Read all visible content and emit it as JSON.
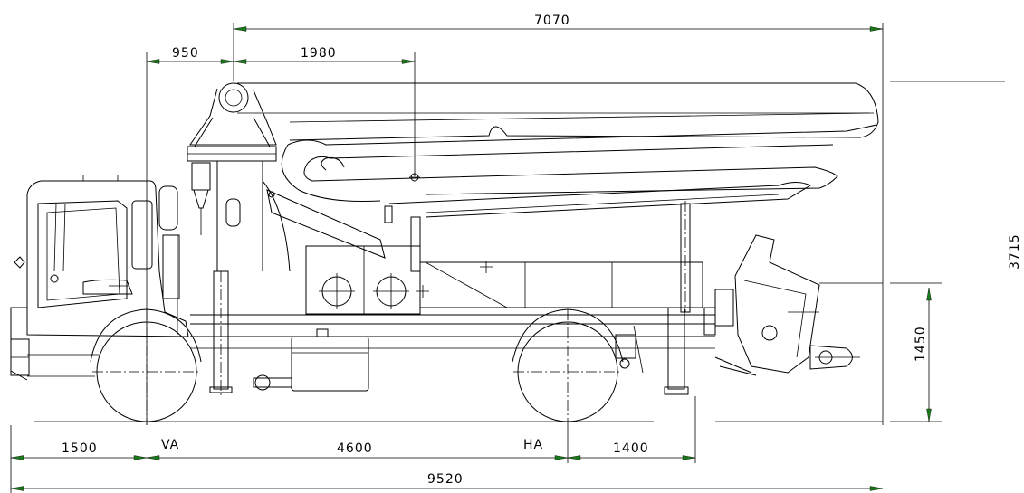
{
  "dimensions": {
    "top_overall": "7070",
    "boom_front": "950",
    "boom_pivot": "1980",
    "front_overhang": "1500",
    "wheelbase": "4600",
    "rear_overhang": "1400",
    "total_length": "9520",
    "total_height": "3715",
    "hopper_height": "1450"
  },
  "labels": {
    "front_axle": "VA",
    "rear_axle": "HA"
  },
  "colors": {
    "line": "#000000",
    "arrow": "#1a7a1a"
  }
}
